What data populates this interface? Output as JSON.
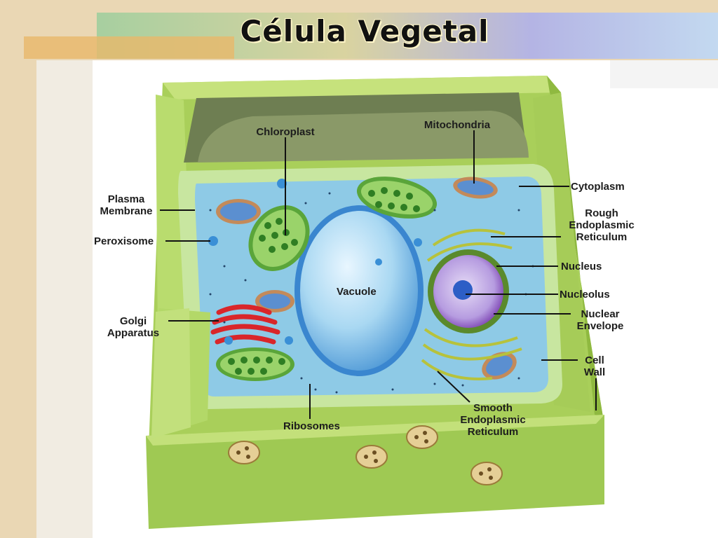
{
  "title": "Célula Vegetal",
  "labels": {
    "chloroplast": "Chloroplast",
    "mitochondria": "Mitochondria",
    "plasma_membrane": [
      "Plasma",
      "Membrane"
    ],
    "cytoplasm": "Cytoplasm",
    "rough_er": [
      "Rough",
      "Endoplasmic",
      "Reticulum"
    ],
    "peroxisome": "Peroxisome",
    "nucleus": "Nucleus",
    "vacuole": "Vacuole",
    "nucleolus": "Nucleolus",
    "golgi": [
      "Golgi",
      "Apparatus"
    ],
    "nuclear_envelope": [
      "Nuclear",
      "Envelope"
    ],
    "cell_wall": [
      "Cell",
      "Wall"
    ],
    "smooth_er": [
      "Smooth",
      "Endoplasmic",
      "Reticulum"
    ],
    "ribosomes": "Ribosomes"
  },
  "colors": {
    "cell_wall": "#b4d665",
    "cytoplasm": "#8ecae6",
    "vacuole": "#6fb3e4",
    "nucleus": "#a98fd6",
    "chloroplast": "#7cc149",
    "golgi": "#d9262a"
  }
}
